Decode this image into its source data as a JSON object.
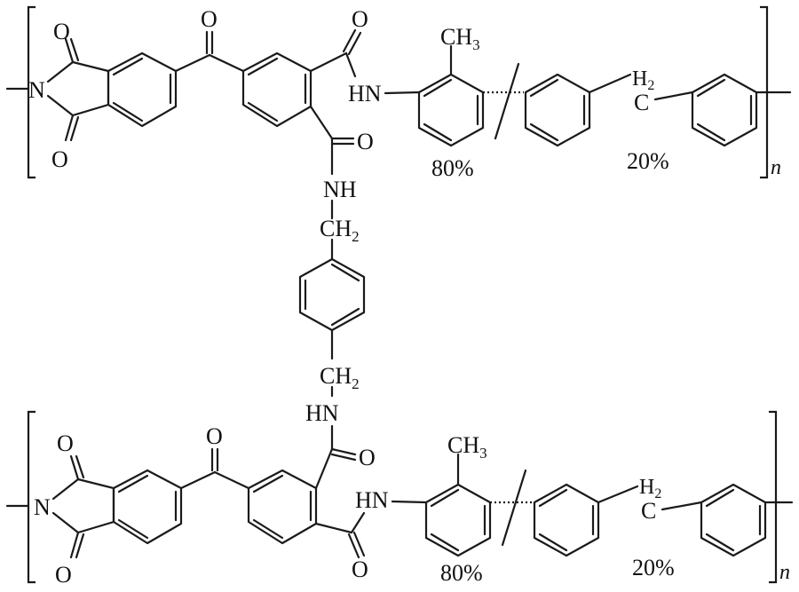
{
  "atoms": {
    "imide_n": "N",
    "carbonyl_o": "O",
    "amide_nh_left": "HN",
    "amide_nh_right": "NH",
    "methyl": "CH",
    "methyl_sub": "3",
    "methylene": "CH",
    "methylene_sub": "2",
    "bridge_h": "H",
    "bridge_h_sub": "2",
    "bridge_c": "C"
  },
  "composition": {
    "toluidine_pct": "80%",
    "mda_pct": "20%"
  },
  "repeat_unit_label": "n"
}
